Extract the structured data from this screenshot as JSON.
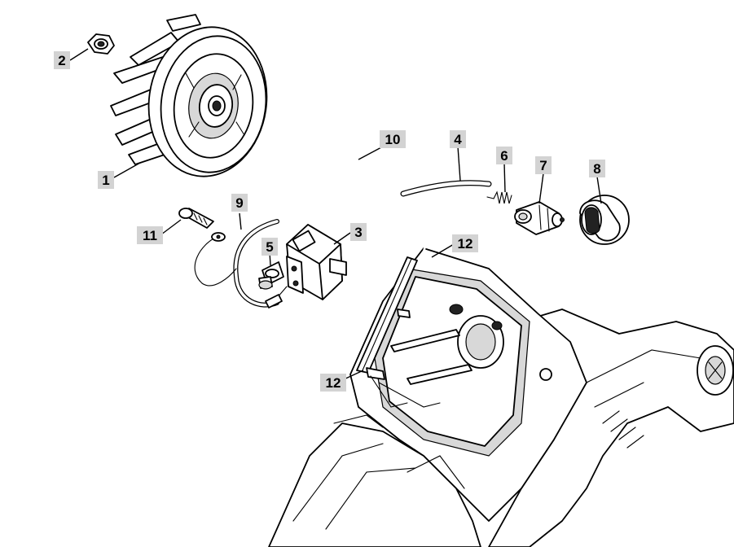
{
  "callouts": [
    {
      "id": "1",
      "label": "1"
    },
    {
      "id": "2",
      "label": "2"
    },
    {
      "id": "3",
      "label": "3"
    },
    {
      "id": "4",
      "label": "4"
    },
    {
      "id": "5",
      "label": "5"
    },
    {
      "id": "6",
      "label": "6"
    },
    {
      "id": "7",
      "label": "7"
    },
    {
      "id": "8",
      "label": "8"
    },
    {
      "id": "9",
      "label": "9"
    },
    {
      "id": "10",
      "label": "10"
    },
    {
      "id": "11",
      "label": "11"
    },
    {
      "id": "12a",
      "label": "12"
    },
    {
      "id": "12b",
      "label": "12"
    }
  ],
  "colors": {
    "label_background": "#d3d3d3",
    "line": "#000000",
    "background": "#ffffff"
  }
}
